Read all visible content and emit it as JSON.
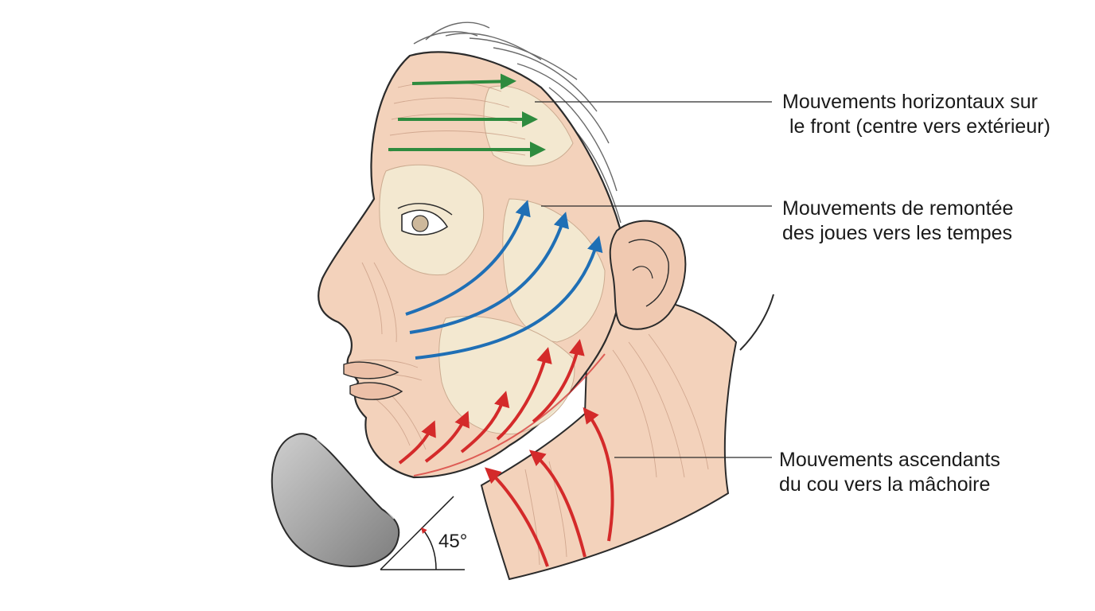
{
  "annotations": {
    "forehead": {
      "line1": "Mouvements horizontaux sur",
      "line2": "le front (centre vers extérieur)"
    },
    "cheeks": {
      "line1": "Mouvements de remontée",
      "line2": "des joues vers les tempes"
    },
    "neck": {
      "line1": "Mouvements ascendants",
      "line2": "du cou vers la mâchoire"
    }
  },
  "angle": {
    "label": "45°",
    "value_degrees": 45
  },
  "colors": {
    "forehead_arrows": "#2e8b3e",
    "cheek_arrows": "#1f6fb5",
    "neck_arrows": "#d42a2a",
    "skin": "#f3d2bb",
    "muscle_light": "#f4ead2",
    "outline": "#2b2b2b",
    "stone": "#a9a9a9"
  },
  "icons": {
    "tool": "gua-sha-stone-icon"
  }
}
